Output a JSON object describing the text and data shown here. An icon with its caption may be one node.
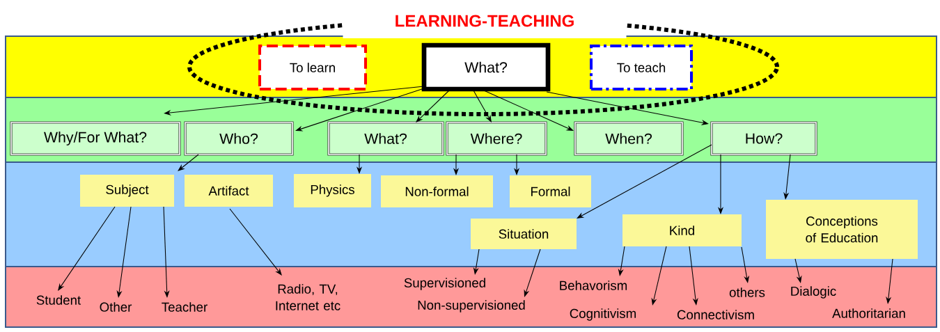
{
  "diagram": {
    "title": "LEARNING-TEACHING",
    "nodes": [
      {
        "text": [
          "To learn"
        ]
      },
      {
        "text": [
          "What?"
        ]
      },
      {
        "text": [
          "To teach"
        ]
      },
      {
        "text": [
          "Why/For What?"
        ]
      },
      {
        "text": [
          "Who?"
        ]
      },
      {
        "text": [
          "What?"
        ]
      },
      {
        "text": [
          "Where?"
        ]
      },
      {
        "text": [
          "When?"
        ]
      },
      {
        "text": [
          "How?"
        ]
      },
      {
        "text": [
          "Subject"
        ]
      },
      {
        "text": [
          "Artifact"
        ]
      },
      {
        "text": [
          "Physics"
        ]
      },
      {
        "text": [
          "Non-formal"
        ]
      },
      {
        "text": [
          "Formal"
        ]
      },
      {
        "text": [
          "Situation"
        ]
      },
      {
        "text": [
          "Kind"
        ]
      },
      {
        "text": [
          "Conceptions of Education"
        ]
      },
      {
        "text": [
          "Student"
        ]
      },
      {
        "text": [
          "Other"
        ]
      },
      {
        "text": [
          "Teacher"
        ]
      },
      {
        "text": [
          "Radio, TV, Internet etc"
        ]
      },
      {
        "text": [
          "Supervisioned"
        ]
      },
      {
        "text": [
          "Non-supervisioned"
        ]
      },
      {
        "text": [
          "Behavorism"
        ]
      },
      {
        "text": [
          "Cognitivism"
        ]
      },
      {
        "text": [
          "Connectivism"
        ]
      },
      {
        "text": [
          "others"
        ]
      },
      {
        "text": [
          "Dialogic"
        ]
      },
      {
        "text": [
          "Authoritarian"
        ]
      }
    ],
    "edges": [
      {
        "from": 1,
        "to": 3,
        "arrow": "to"
      },
      {
        "from": 1,
        "to": 4,
        "arrow": "to"
      },
      {
        "from": 1,
        "to": 5,
        "arrow": "to"
      },
      {
        "from": 1,
        "to": 6,
        "arrow": "to"
      },
      {
        "from": 1,
        "to": 7,
        "arrow": "to"
      },
      {
        "from": 1,
        "to": 8,
        "arrow": "to"
      },
      {
        "from": 4,
        "to": 9,
        "arrow": "to"
      },
      {
        "from": 5,
        "to": 11,
        "arrow": "to"
      },
      {
        "from": 6,
        "to": 12,
        "arrow": "to"
      },
      {
        "from": 6,
        "to": 13,
        "arrow": "to"
      },
      {
        "from": 8,
        "to": 14,
        "arrow": "to"
      },
      {
        "from": 8,
        "to": 15,
        "arrow": "to"
      },
      {
        "from": 8,
        "to": 16,
        "arrow": "to"
      },
      {
        "from": 9,
        "to": 17,
        "arrow": "to"
      },
      {
        "from": 9,
        "to": 18,
        "arrow": "to"
      },
      {
        "from": 9,
        "to": 19,
        "arrow": "to"
      },
      {
        "from": 10,
        "to": 20,
        "arrow": "to"
      },
      {
        "from": 14,
        "to": 21,
        "arrow": "to"
      },
      {
        "from": 14,
        "to": 22,
        "arrow": "to"
      },
      {
        "from": 15,
        "to": 23,
        "arrow": "to"
      },
      {
        "from": 15,
        "to": 24,
        "arrow": "to"
      },
      {
        "from": 15,
        "to": 25,
        "arrow": "to"
      },
      {
        "from": 15,
        "to": 26,
        "arrow": "to"
      },
      {
        "from": 16,
        "to": 27,
        "arrow": "to"
      },
      {
        "from": 16,
        "to": 28,
        "arrow": "to"
      }
    ]
  }
}
